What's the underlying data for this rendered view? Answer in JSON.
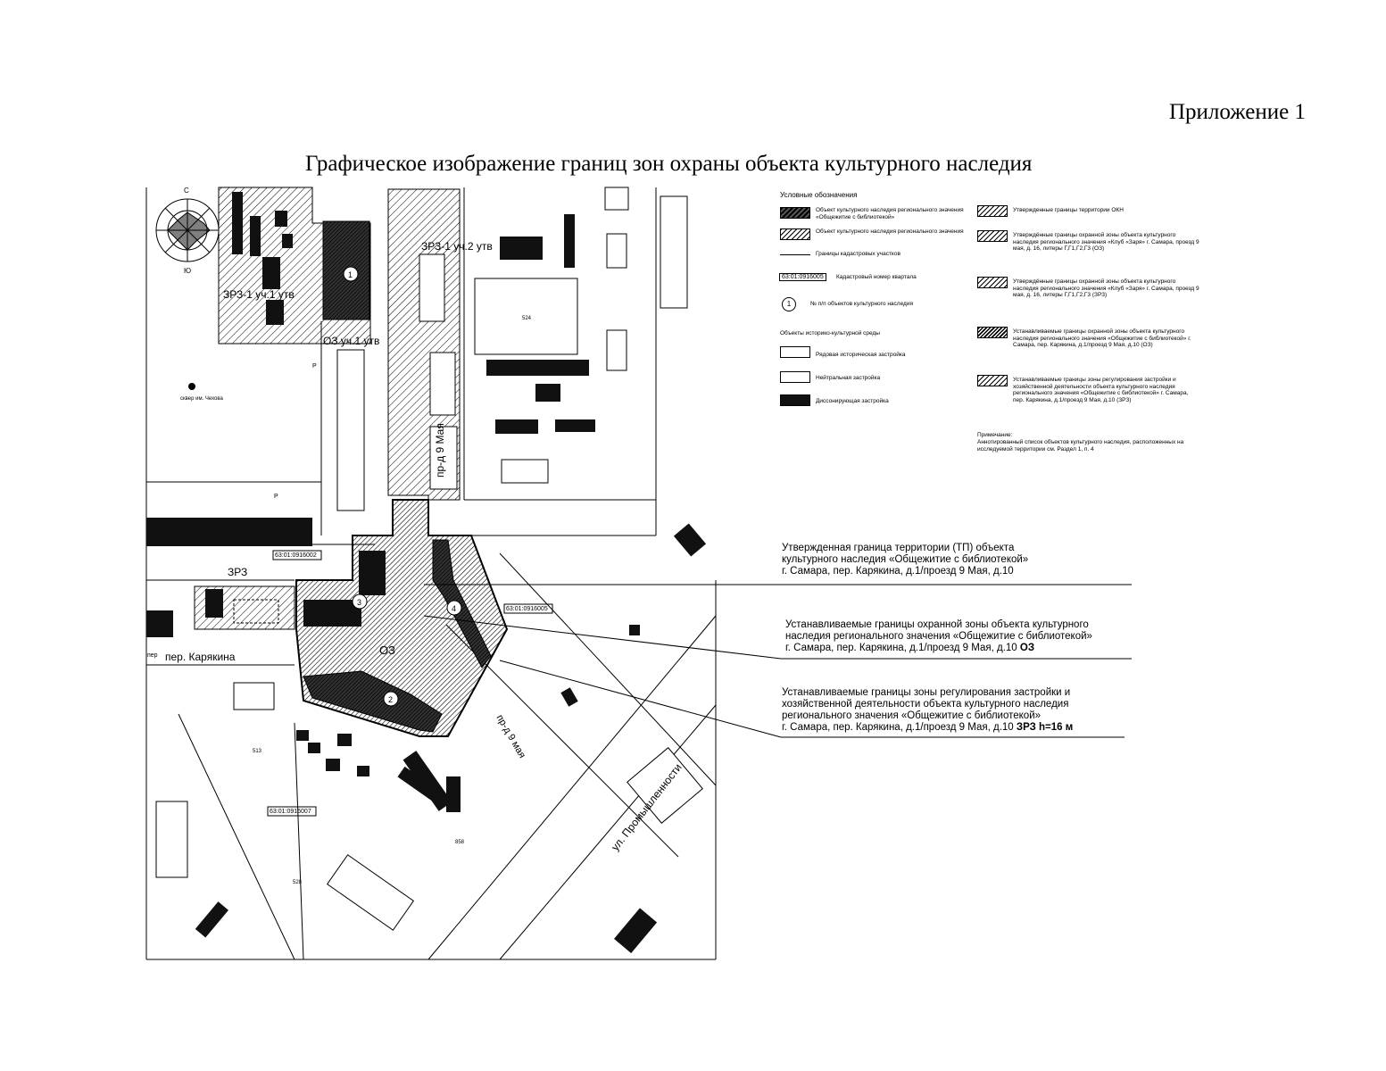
{
  "appendix_label": "Приложение 1",
  "title": "Графическое изображение границ зон охраны объекта культурного наследия",
  "legend": {
    "heading": "Условные обозначения",
    "left": [
      {
        "symbol": "solid-hatch",
        "text": "Объект культурного наследия регионального значения «Общежитие с библиотекой»"
      },
      {
        "symbol": "hatch-box",
        "text": "Объект культурного наследия регионального значения"
      },
      {
        "symbol": "line",
        "text": "Границы кадастровых участков"
      },
      {
        "symbol": "cad",
        "cad": "63:01:0916005",
        "text": "Кадастровый номер квартала"
      },
      {
        "symbol": "circle",
        "num": "1",
        "text": "№ п/п объектов культурного наследия"
      }
    ],
    "env_heading": "Объекты историко-культурной среды",
    "env": [
      {
        "symbol": "empty",
        "text": "Рядовая историческая застройка"
      },
      {
        "symbol": "empty",
        "text": "Нейтральная застройка"
      },
      {
        "symbol": "solid",
        "text": "Диссонирующая застройка"
      }
    ],
    "right": [
      {
        "symbol": "hatch",
        "text": "Утвержденные границы территории ОКН"
      },
      {
        "symbol": "hatch",
        "text": "Утверждённые границы охранной зоны объекта культурного наследия регионального значения «Клуб «Заря» г. Самара, проезд 9 мая, д. 16, литеры Г,Г1,Г2,Г3 (ОЗ)"
      },
      {
        "symbol": "hatch",
        "text": "Утверждённые границы охранной зоны объекта культурного наследия регионального значения «Клуб «Заря» г. Самара, проезд 9 мая, д. 16, литеры Г,Г1,Г2,Г3 (ЗРЗ)"
      },
      {
        "symbol": "hatch-dense",
        "text": "Устанавливаемые границы охранной зоны объекта культурного наследия регионального значения «Общежитие с библиотекой» г. Самара, пер. Карякина, д.1/проезд 9 Мая, д.10 (ОЗ)"
      },
      {
        "symbol": "hatch",
        "text": "Устанавливаемые границы зоны регулирования застройки и хозяйственной деятельности объекта культурного наследия регионального значения «Общежитие с библиотекой» г. Самара, пер. Карякина, д.1/проезд 9 Мая, д.10 (ЗРЗ)"
      }
    ],
    "note_heading": "Примечание:",
    "note": "Аннотированный список объектов культурного наследия, расположенных на исследуемой территории см. Раздел 1, п. 4"
  },
  "callouts": [
    {
      "lines": [
        "Утвержденная граница территории (ТП) объекта",
        "культурного наследия «Общежитие с библиотекой»",
        "г. Самара, пер. Карякина, д.1/проезд 9 Мая, д.10"
      ],
      "bold": ""
    },
    {
      "lines": [
        "Устанавливаемые границы охранной зоны объекта культурного",
        "наследия регионального значения «Общежитие с библиотекой»",
        "г. Самара, пер. Карякина, д.1/проезд 9 Мая, д.10"
      ],
      "bold": "ОЗ"
    },
    {
      "lines": [
        "Устанавливаемые границы зоны регулирования застройки и",
        "хозяйственной деятельности объекта культурного наследия",
        "регионального значения «Общежитие с библиотекой»",
        "г. Самара, пер. Карякина, д.1/проезд 9 Мая, д.10"
      ],
      "bold": "ЗРЗ  h=16 м"
    }
  ],
  "map_labels": {
    "zrz1_uch1": "ЗРЗ-1 уч.1 утв",
    "zrz1_uch2": "ЗРЗ-1 уч.2 утв",
    "oz_uch1": "ОЗ уч.1 утв",
    "zrz": "ЗРЗ",
    "oz": "ОЗ",
    "street_9maya": "пр-д 9 Мая",
    "street_9maya_lower": "пр-д 9 мая",
    "street_karyakina": "пер. Карякина",
    "street_karyakina_prefix": "пер",
    "street_promyshlennosti": "ул. Промышленности",
    "square": "сквер им. Чехова",
    "cad_1": "63:01:0916002",
    "cad_2": "63:01:0916005",
    "cad_3": "63:01:0916007",
    "compass_n": "С",
    "compass_s": "Ю",
    "obj_nums": [
      "1",
      "2",
      "3",
      "4"
    ],
    "bldg_524": "524",
    "bldg_513": "513",
    "bldg_528": "528",
    "bldg_858": "858",
    "letter_p": "Р"
  }
}
